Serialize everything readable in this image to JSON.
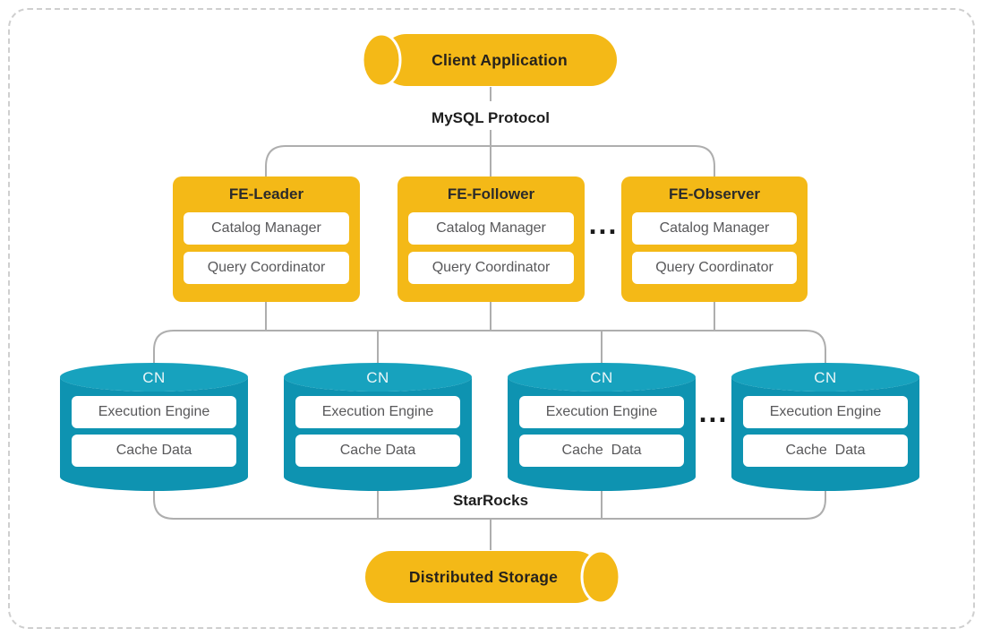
{
  "diagram": {
    "client": {
      "label": "Client Application"
    },
    "mysql_protocol_label": "MySQL Protocol",
    "fe_nodes": [
      {
        "title": "FE-Leader",
        "components": [
          "Catalog Manager",
          "Query Coordinator"
        ]
      },
      {
        "title": "FE-Follower",
        "components": [
          "Catalog Manager",
          "Query Coordinator"
        ]
      },
      {
        "title": "FE-Observer",
        "components": [
          "Catalog Manager",
          "Query Coordinator"
        ]
      }
    ],
    "fe_ellipsis": "...",
    "cn_nodes": [
      {
        "title": "CN",
        "components": [
          "Execution Engine",
          "Cache Data"
        ]
      },
      {
        "title": "CN",
        "components": [
          "Execution Engine",
          "Cache Data"
        ]
      },
      {
        "title": "CN",
        "components": [
          "Execution Engine",
          "Cache  Data"
        ]
      },
      {
        "title": "CN",
        "components": [
          "Execution Engine",
          "Cache  Data"
        ]
      }
    ],
    "cn_ellipsis": "...",
    "starrocks_label": "StarRocks",
    "storage": {
      "label": "Distributed Storage"
    },
    "colors": {
      "yellow": "#f4b917",
      "teal_body": "#0e93b1",
      "teal_top": "#17a2be",
      "connector": "#aeaeae",
      "border_dash": "#cfcfcf",
      "title_text": "#2b2b2b",
      "component_text": "#58585a",
      "cn_text": "#eaf6f8",
      "cap_stroke": "#ffffff"
    }
  }
}
